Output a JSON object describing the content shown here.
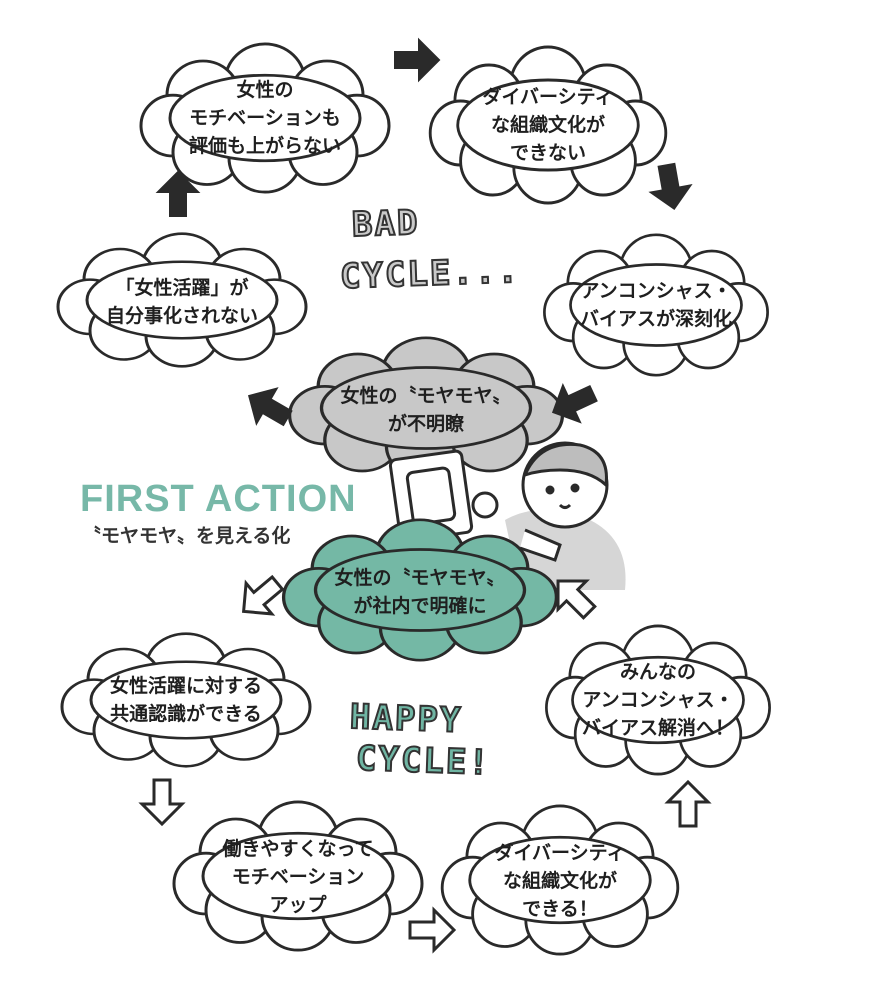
{
  "bad_cycle": {
    "title_line1": "BAD",
    "title_line2": "CYCLE...",
    "nodes": {
      "diversity_none": [
        "ダイバーシティ",
        "な組織文化が",
        "できない"
      ],
      "bias_deepens": [
        "アンコンシャス・",
        "バイアスが深刻化"
      ],
      "moyamoya_unclear": [
        "女性の〝モヤモヤ〟",
        "が不明瞭"
      ],
      "not_own_issue": [
        "「女性活躍」が",
        "自分事化されない"
      ],
      "motivation_down": [
        "女性の",
        "モチベーションも",
        "評価も上がらない"
      ]
    }
  },
  "first_action": {
    "title": "FIRST ACTION",
    "subtitle": "〝モヤモヤ〟を見える化"
  },
  "happy_cycle": {
    "title_line1": "HAPPY",
    "title_line2": "CYCLE!",
    "nodes": {
      "moyamoya_clear": [
        "女性の〝モヤモヤ〟",
        "が社内で明確に"
      ],
      "shared_understanding": [
        "女性活躍に対する",
        "共通認識ができる"
      ],
      "motivation_up": [
        "働きやすくなって",
        "モチベーション",
        "アップ"
      ],
      "diversity_done": [
        "ダイバーシティ",
        "な組織文化が",
        "できる！"
      ],
      "bias_resolved": [
        "みんなの",
        "アンコンシャス・",
        "バイアス解消へ！"
      ]
    }
  },
  "colors": {
    "gray_cloud": "#c8c8c8",
    "teal_cloud": "#74b8a5",
    "title_teal": "#77b8a8",
    "ink": "#2a2a2a"
  }
}
